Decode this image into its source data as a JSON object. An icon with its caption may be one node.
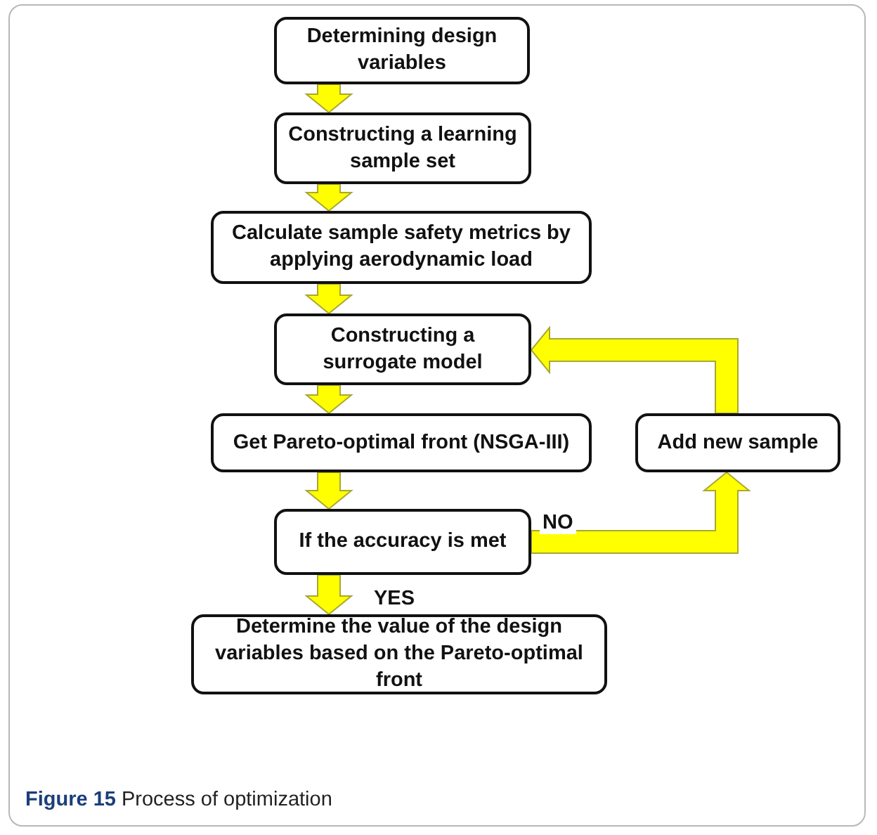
{
  "diagram": {
    "caption": "**Figure 15** Process of optimization",
    "nodes": [
      {
        "text": [
          "Determining design variables"
        ]
      },
      {
        "text": [
          "Constructing a learning sample set"
        ]
      },
      {
        "text": [
          "Calculate sample safety metrics by applying aerodynamic load"
        ]
      },
      {
        "text": [
          "Constructing a surrogate model"
        ]
      },
      {
        "text": [
          "Get Pareto-optimal front (NSGA-III)"
        ]
      },
      {
        "text": [
          "Add new sample"
        ]
      },
      {
        "text": [
          "If the accuracy is met"
        ]
      },
      {
        "text": [
          "Determine the value of the design variables based on the Pareto-optimal front"
        ]
      }
    ],
    "edges": [
      {
        "from": 0,
        "to": 1,
        "arrow": "to"
      },
      {
        "from": 1,
        "to": 2,
        "arrow": "to"
      },
      {
        "from": 2,
        "to": 3,
        "arrow": "to"
      },
      {
        "from": 3,
        "to": 4,
        "arrow": "to"
      },
      {
        "from": 4,
        "to": 6,
        "arrow": "to"
      },
      {
        "from": 6,
        "to": 7,
        "arrow": "to",
        "label": "YES"
      },
      {
        "from": 6,
        "to": 5,
        "arrow": "to",
        "label": "NO"
      },
      {
        "from": 5,
        "to": 3,
        "arrow": "to"
      }
    ]
  }
}
